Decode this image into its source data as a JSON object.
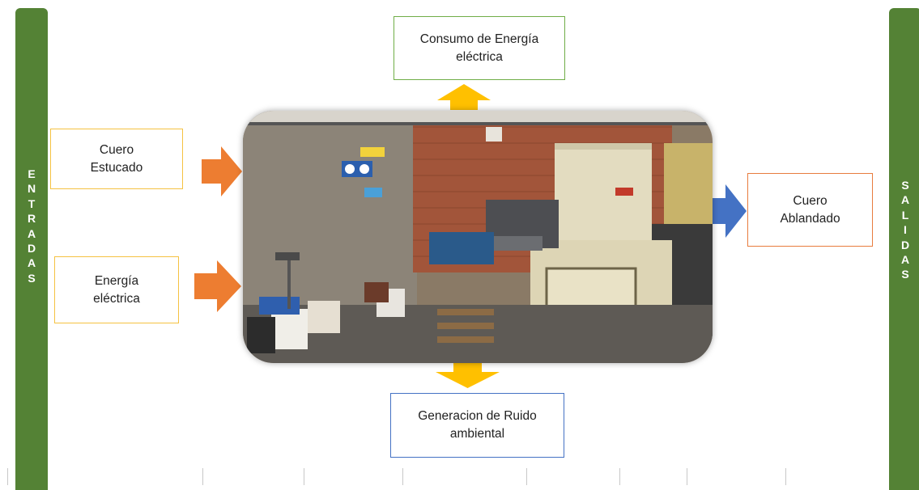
{
  "left_bar": {
    "letters": [
      "E",
      "N",
      "T",
      "R",
      "A",
      "D",
      "A",
      "S"
    ]
  },
  "right_bar": {
    "letters": [
      "S",
      "A",
      "L",
      "I",
      "D",
      "A",
      "S"
    ]
  },
  "inputs": [
    {
      "label": "Cuero\nEstucado"
    },
    {
      "label": "Energía\neléctrica"
    }
  ],
  "outputs": {
    "top": {
      "label": "Consumo de Energía\neléctrica"
    },
    "right": {
      "label": "Cuero\nAblandado"
    },
    "bottom": {
      "label": "Generacion de Ruido\nambiental"
    }
  },
  "colors": {
    "bar": "#548235",
    "input_arrow": "#ed7d31",
    "output_arrow_vertical": "#ffc000",
    "output_arrow_right": "#4472c4"
  },
  "photo": {
    "icon": "machine-photo"
  }
}
